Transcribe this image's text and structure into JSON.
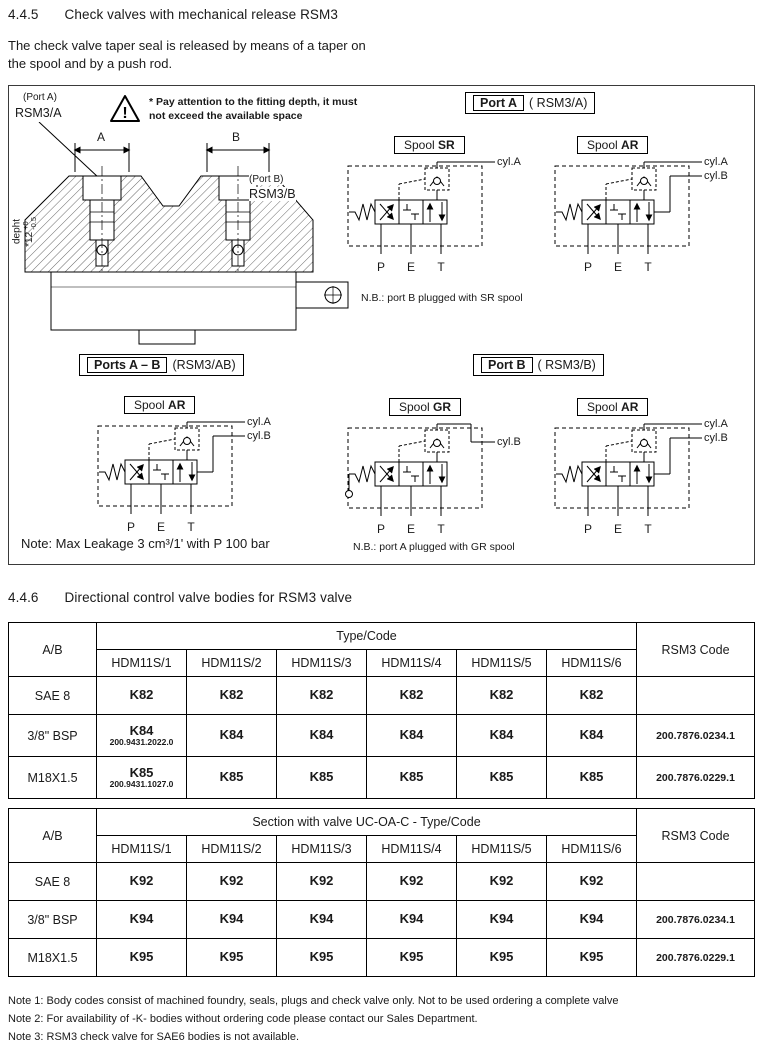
{
  "doc": {
    "sec1_num": "4.4.5",
    "sec1_title": "Check valves with mechanical release RSM3",
    "intro": "The check valve taper seal is released by means of a taper  on the spool and by a push rod.",
    "sec2_num": "4.4.6",
    "sec2_title": "Directional control valve bodies for RSM3 valve"
  },
  "icons": {
    "warning": "!"
  },
  "diagram": {
    "warning_text": "* Pay attention to the fitting depth, it must not exceed the available space",
    "port_a_small": "(Port A)",
    "rsm3a": "RSM3/A",
    "port_b_small": "(Port B)",
    "rsm3b": "RSM3/B",
    "dim_a": "A",
    "dim_b": "B",
    "depth_label": "depht",
    "depth_value": "*12",
    "tol_upper": "+0",
    "tol_lower": "-0.5",
    "spool_word": "Spool",
    "spools": {
      "sr": "SR",
      "ar": "AR",
      "gr": "GR"
    },
    "headers": {
      "port_a": {
        "bold": "Port A",
        "code": "( RSM3/A)"
      },
      "ports_ab": {
        "bold": "Ports A – B",
        "code": "(RSM3/AB)"
      },
      "port_b": {
        "bold": "Port B",
        "code": "( RSM3/B)"
      }
    },
    "cyl_a": "cyl.A",
    "cyl_b": "cyl.B",
    "p": "P",
    "e": "E",
    "t": "T",
    "nb_sr": "N.B.: port B plugged with SR spool",
    "nb_gr": "N.B.: port A plugged with GR spool",
    "leakage_note": "Note: Max Leakage 3 cm³/1' with P 100 bar"
  },
  "table1": {
    "corner": "A/B",
    "group": "Type/Code",
    "rsm3": "RSM3 Code",
    "cols": [
      "HDM11S/1",
      "HDM11S/2",
      "HDM11S/3",
      "HDM11S/4",
      "HDM11S/5",
      "HDM11S/6"
    ],
    "rows": [
      {
        "label": "SAE 8",
        "codes": [
          "K82",
          "K82",
          "K82",
          "K82",
          "K82",
          "K82"
        ],
        "sub": "",
        "code": ""
      },
      {
        "label": "3/8\" BSP",
        "codes": [
          "K84",
          "K84",
          "K84",
          "K84",
          "K84",
          "K84"
        ],
        "sub": "200.9431.2022.0",
        "code": "200.7876.0234.1"
      },
      {
        "label": "M18X1.5",
        "codes": [
          "K85",
          "K85",
          "K85",
          "K85",
          "K85",
          "K85"
        ],
        "sub": "200.9431.1027.0",
        "code": "200.7876.0229.1"
      }
    ]
  },
  "table2": {
    "corner": "A/B",
    "group": "Section with valve UC-OA-C  - Type/Code",
    "rsm3": "RSM3 Code",
    "cols": [
      "HDM11S/1",
      "HDM11S/2",
      "HDM11S/3",
      "HDM11S/4",
      "HDM11S/5",
      "HDM11S/6"
    ],
    "rows": [
      {
        "label": "SAE 8",
        "codes": [
          "K92",
          "K92",
          "K92",
          "K92",
          "K92",
          "K92"
        ],
        "code": ""
      },
      {
        "label": "3/8\" BSP",
        "codes": [
          "K94",
          "K94",
          "K94",
          "K94",
          "K94",
          "K94"
        ],
        "code": "200.7876.0234.1"
      },
      {
        "label": "M18X1.5",
        "codes": [
          "K95",
          "K95",
          "K95",
          "K95",
          "K95",
          "K95"
        ],
        "code": "200.7876.0229.1"
      }
    ]
  },
  "notes": [
    "Note 1: Body codes consist of machined foundry, seals, plugs and check valve only. Not to be used ordering a complete valve",
    "Note 2: For availability of -K- bodies without ordering code please contact our Sales Department.",
    "Note 3: RSM3 check valve for SAE6 bodies  is not available."
  ]
}
